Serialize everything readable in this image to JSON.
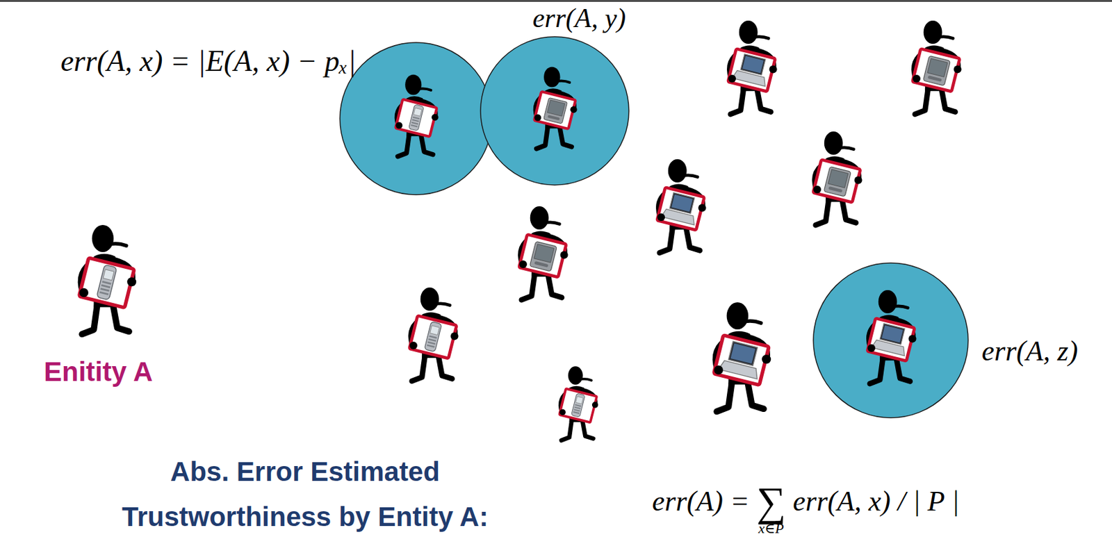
{
  "diagram": {
    "nodes": [
      {
        "text": [
          "err(A, x) = |E(A, x) − pₓ|"
        ]
      },
      {
        "text": [
          "err(A, y)"
        ]
      },
      {
        "text": [
          "err(A, z)"
        ]
      }
    ],
    "labels": [
      "Enitity A",
      "Abs. Error Estimated Trustworthiness by Entity A:",
      "err(A) = ∑ err(A, x) / | P |",
      "x∈P"
    ]
  }
}
